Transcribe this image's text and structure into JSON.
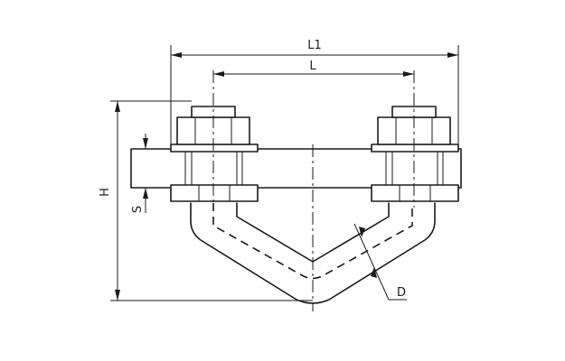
{
  "drawing": {
    "dimensions": {
      "l1": "L1",
      "l": "L",
      "h": "H",
      "s": "S",
      "d": "D"
    }
  }
}
